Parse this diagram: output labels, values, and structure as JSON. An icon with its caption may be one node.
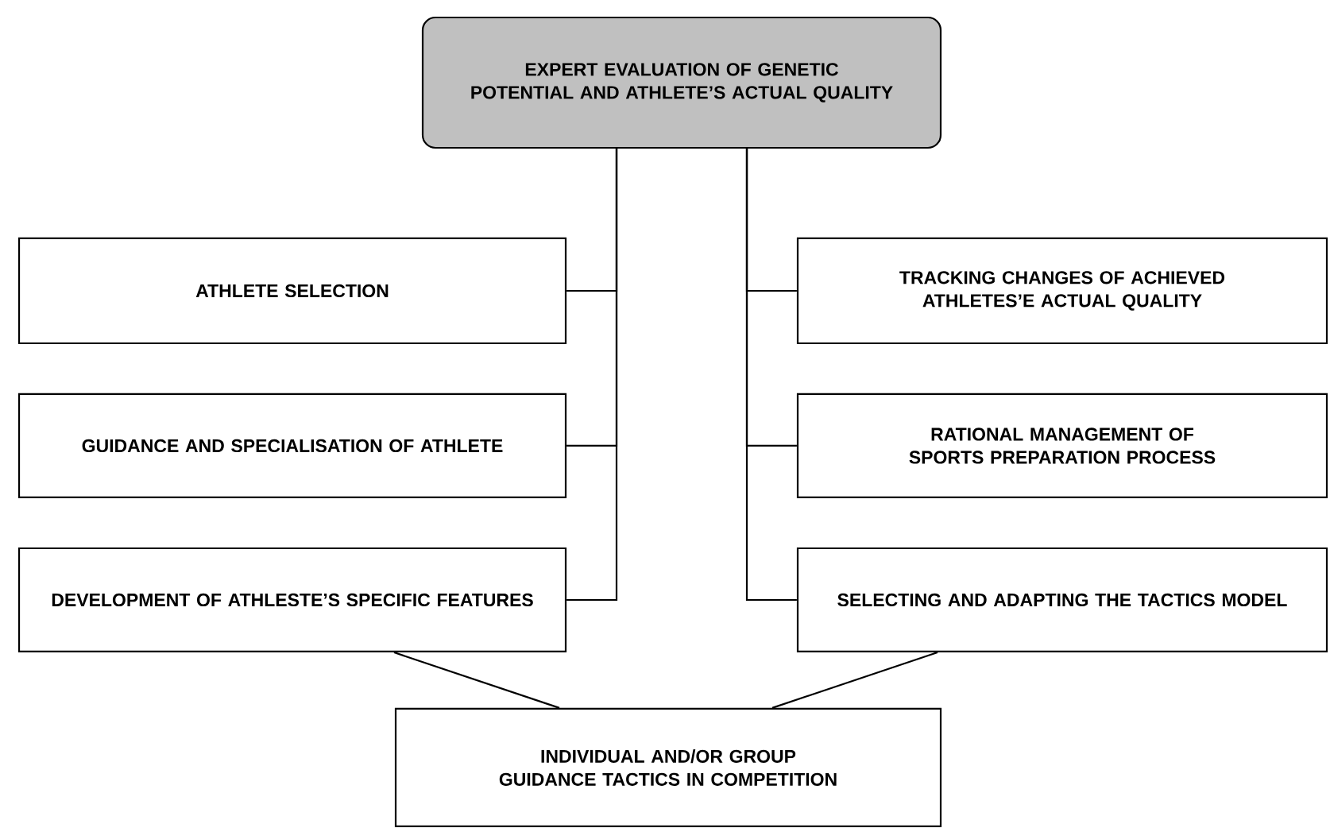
{
  "diagram": {
    "nodes": [
      {
        "text": [
          "EXPERT EVALUATION OF GENETIC POTENTIAL AND ATHLETE’S ACTUAL QUALITY"
        ]
      },
      {
        "text": [
          "ATHLETE SELECTION"
        ]
      },
      {
        "text": [
          "TRACKING CHANGES OF ACHIEVED ATHLETES’E ACTUAL QUALITY"
        ]
      },
      {
        "text": [
          "GUIDANCE AND SPECIALISATION OF ATHLETE"
        ]
      },
      {
        "text": [
          "RATIONAL MANAGEMENT OF SPORTS PREPARATION PROCESS"
        ]
      },
      {
        "text": [
          "DEVELOPMENT OF ATHLESTE’S SPECIFIC FEATURES"
        ]
      },
      {
        "text": [
          "SELECTING AND ADAPTING THE TACTICS MODEL"
        ]
      },
      {
        "text": [
          "INDIVIDUAL AND/OR GROUP GUIDANCE TACTICS IN COMPETITION"
        ]
      }
    ],
    "edges": [
      {
        "from": 0,
        "to": 1,
        "arrow": "none"
      },
      {
        "from": 0,
        "to": 2,
        "arrow": "none"
      },
      {
        "from": 0,
        "to": 3,
        "arrow": "none"
      },
      {
        "from": 0,
        "to": 4,
        "arrow": "none"
      },
      {
        "from": 0,
        "to": 5,
        "arrow": "none"
      },
      {
        "from": 0,
        "to": 6,
        "arrow": "none"
      },
      {
        "from": 5,
        "to": 7,
        "arrow": "none"
      },
      {
        "from": 6,
        "to": 7,
        "arrow": "none"
      }
    ]
  }
}
